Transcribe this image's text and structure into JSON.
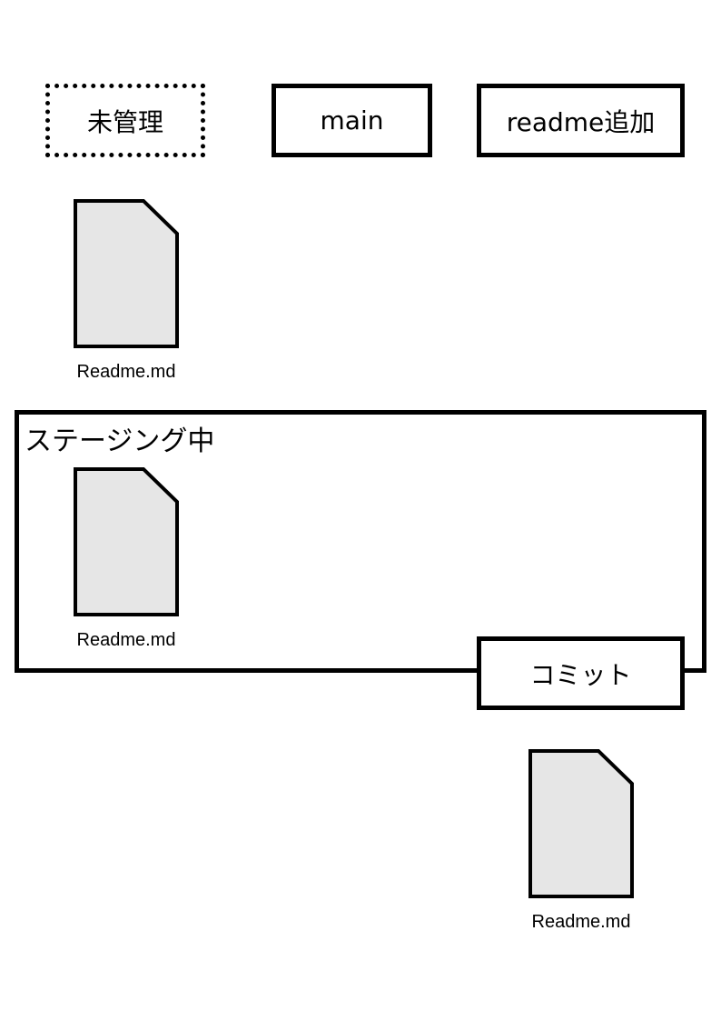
{
  "columns": {
    "untracked_label": "未管理",
    "branch_main_label": "main",
    "commit_label": "readme追加"
  },
  "staging": {
    "label": "ステージング中",
    "commit_button_label": "コミット"
  },
  "files": {
    "untracked": {
      "name": "Readme.md",
      "icon": "document-icon"
    },
    "staged": {
      "name": "Readme.md",
      "icon": "document-icon"
    },
    "committed": {
      "name": "Readme.md",
      "icon": "document-icon"
    }
  },
  "colors": {
    "stroke": "#000000",
    "file_fill": "#e6e6e6",
    "background": "#ffffff"
  }
}
